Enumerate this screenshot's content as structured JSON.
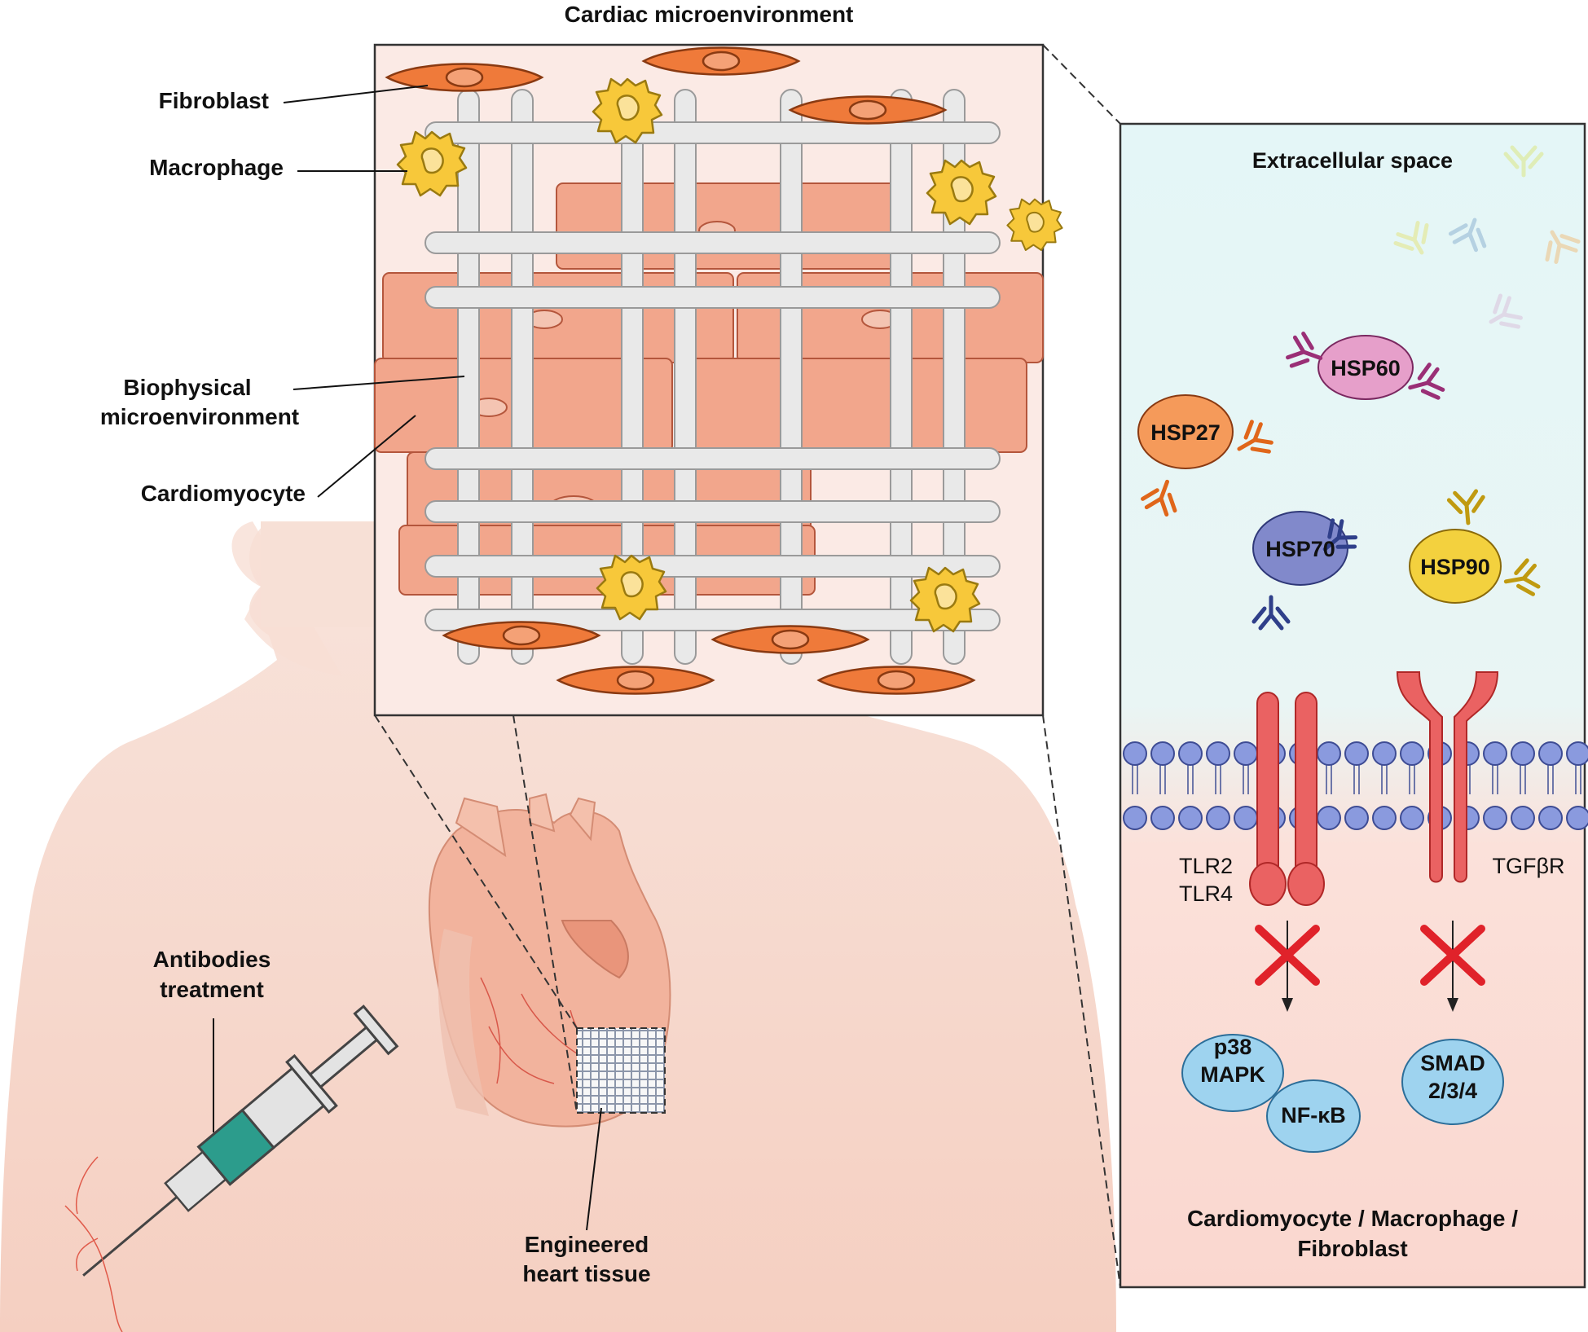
{
  "title": "Cardiac microenvironment",
  "left_labels": {
    "fibroblast": "Fibroblast",
    "macrophage": "Macrophage",
    "biophysical_line1": "Biophysical",
    "biophysical_line2": "microenvironment",
    "cardiomyocyte": "Cardiomyocyte"
  },
  "body_labels": {
    "antibodies_line1": "Antibodies",
    "antibodies_line2": "treatment",
    "engineered_line1": "Engineered",
    "engineered_line2": "heart tissue"
  },
  "panel": {
    "extracellular": "Extracellular space",
    "hsp60": "HSP60",
    "hsp27": "HSP27",
    "hsp70": "HSP70",
    "hsp90": "HSP90",
    "tlr2": "TLR2",
    "tlr4": "TLR4",
    "tgfbr": "TGFβR",
    "p38_line1": "p38",
    "p38_line2": "MAPK",
    "nfkb": "NF-κB",
    "smad_line1": "SMAD",
    "smad_line2": "2/3/4",
    "cells_line1": "Cardiomyocyte / Macrophage /",
    "cells_line2": "Fibroblast"
  },
  "colors": {
    "body_skin": "#f6d8cc",
    "fibroblast": "#ef7a3a",
    "macrophage": "#f7c83a",
    "cardiomyocyte": "#f2a68c",
    "scaffold": "#e6e6e6",
    "panel_top": "#e6f6f7",
    "panel_bottom": "#fad9d2",
    "membrane": "#7e8fd6",
    "receptor": "#e55a5a",
    "block_x": "#e0222a",
    "hsp60": "#e47fb5",
    "hsp27": "#f59a5a",
    "hsp70": "#7f88c9",
    "hsp90": "#f3d13e",
    "signal": "#9ed3ef"
  }
}
